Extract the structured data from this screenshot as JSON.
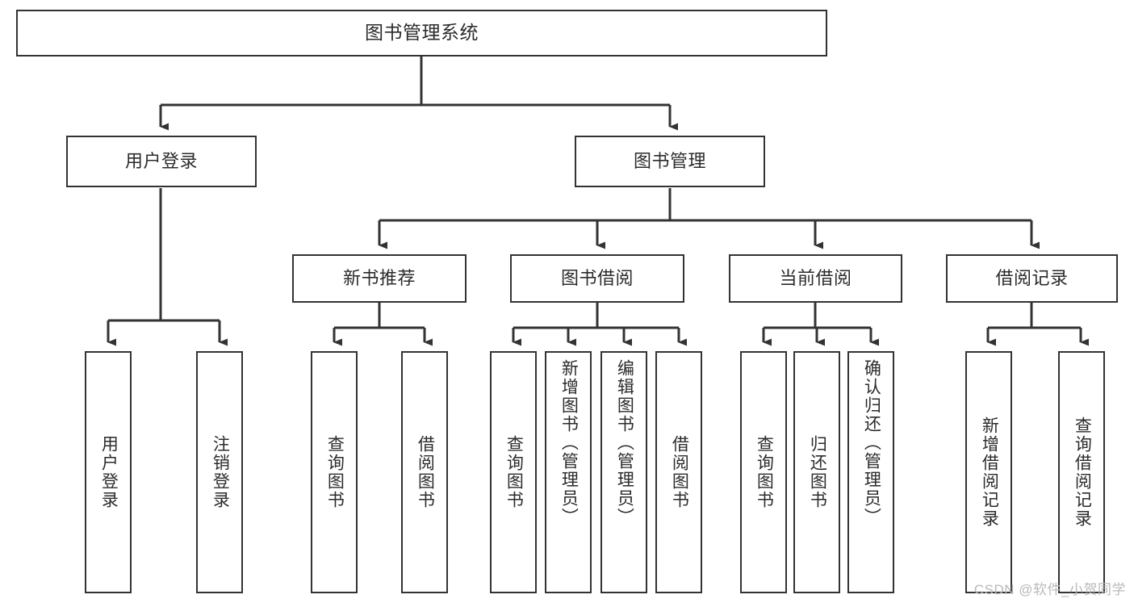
{
  "diagram": {
    "title": "图书管理系统",
    "watermark": "CSDN @软件_小贺同学",
    "edge_color": "#333333",
    "node_border_color": "#333333",
    "node_fill_color": "#ffffff",
    "text_color": "#2b2b2b"
  },
  "nodes": {
    "root": {
      "label": "图书管理系统"
    },
    "level2": {
      "user_login": {
        "label": "用户登录"
      },
      "book_manage": {
        "label": "图书管理"
      }
    },
    "level3": {
      "new_book_rec": {
        "label": "新书推荐"
      },
      "book_borrow": {
        "label": "图书借阅"
      },
      "current_borrow": {
        "label": "当前借阅"
      },
      "borrow_record": {
        "label": "借阅记录"
      }
    },
    "leaves": {
      "user_login_leaf": {
        "label": "用户登录"
      },
      "logout_leaf": {
        "label": "注销登录"
      },
      "rec_query_book": {
        "label": "查询图书"
      },
      "rec_borrow_book": {
        "label": "借阅图书"
      },
      "borrow_query_book": {
        "label": "查询图书"
      },
      "borrow_add_book": {
        "label": "新增图书（管理员）"
      },
      "borrow_edit_book": {
        "label": "编辑图书（管理员）"
      },
      "borrow_borrow_book": {
        "label": "借阅图书"
      },
      "cur_query_book": {
        "label": "查询图书"
      },
      "cur_return_book": {
        "label": "归还图书"
      },
      "cur_confirm_return": {
        "label": "确认归还（管理员）"
      },
      "rec_add_record": {
        "label": "新增借阅记录"
      },
      "rec_query_record": {
        "label": "查询借阅记录"
      }
    }
  }
}
